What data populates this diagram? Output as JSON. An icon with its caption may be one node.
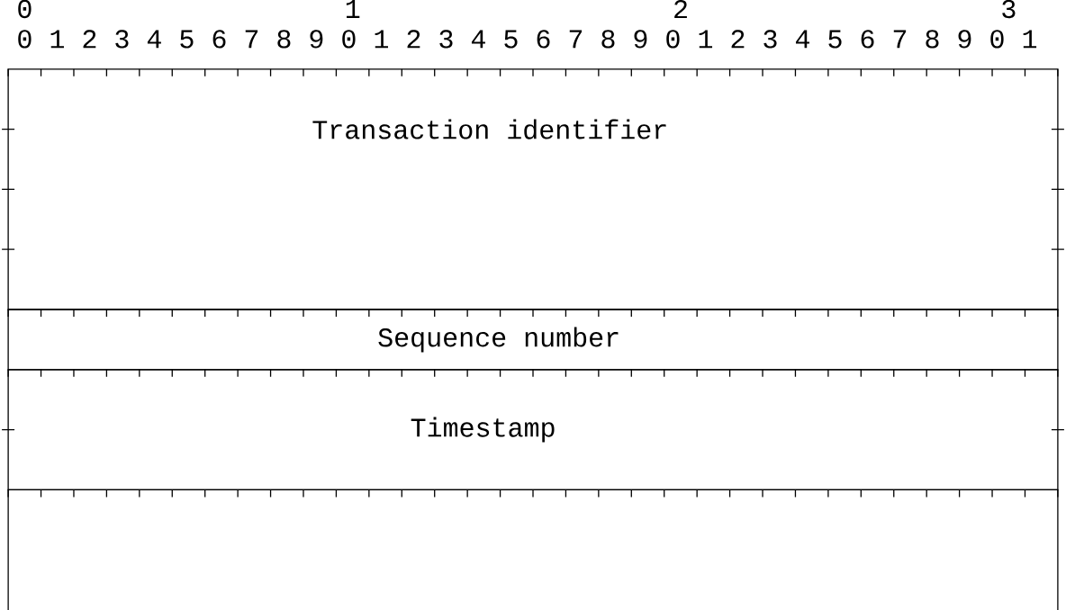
{
  "diagram": {
    "nodes": [
      {
        "text": [
          "Transaction identifier"
        ]
      },
      {
        "text": [
          "Sequence number"
        ]
      },
      {
        "text": [
          "Timestamp"
        ]
      },
      {
        "text": [],
        "shape": "box"
      }
    ],
    "labels": [
      "0",
      "1",
      "2",
      "3",
      "0 1 2 3 4 5 6 7 8 9 0 1 2 3 4 5 6 7 8 9 0 1 2 3 4 5 6 7 8 9 0 1"
    ]
  }
}
